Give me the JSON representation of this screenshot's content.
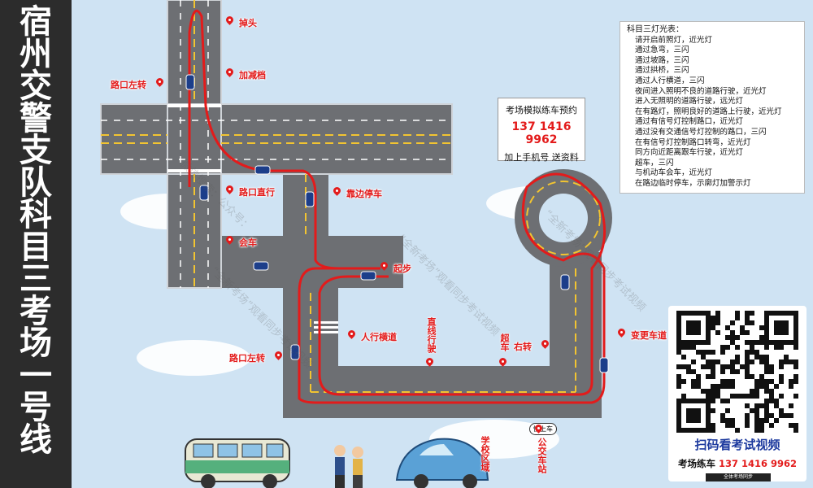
{
  "title": {
    "chars": [
      "宿",
      "州",
      "交",
      "警",
      "支",
      "队",
      "科",
      "目",
      "三",
      "考",
      "场",
      "一",
      "号",
      "线"
    ]
  },
  "legend": {
    "heading": "科目三灯光表：",
    "items": [
      "请开启前照灯，近光灯",
      "通过急弯，三闪",
      "通过坡路，三闪",
      "通过拱桥，三闪",
      "通过人行横道，三闪",
      "夜间进入照明不良的道路行驶，近光灯",
      "进入无照明的道路行驶，远光灯",
      "在有路灯，照明良好的道路上行驶，近光灯",
      "通过有信号灯控制路口，近光灯",
      "通过没有交通信号灯控制的路口，三闪",
      "在有信号灯控制路口转弯，近光灯",
      "同方向近距离跟车行驶，近光灯",
      "超车，三闪",
      "与机动车会车，近光灯",
      "在路边临时停车，示廓灯加警示灯"
    ]
  },
  "booking": {
    "title": "考场模拟练车预约",
    "phone": "137 1416 9962",
    "note": "加上手机号  送资料"
  },
  "qr": {
    "caption": "扫码看考试视频",
    "phone_prefix": "考场练车",
    "phone": "137 1416 9962",
    "footer": "全体考场同步"
  },
  "labels": {
    "u_turn": "掉头",
    "shift_gear": "加减档",
    "left_turn_1": "路口左转",
    "straight": "路口直行",
    "pull_over": "靠边停车",
    "meet": "会车",
    "start": "起步",
    "crosswalk": "人行横道",
    "left_turn_2": "路口左转",
    "straight_drive": "直线行驶",
    "overtake": "超车",
    "right_turn": "右转",
    "lane_change": "变更车道",
    "school_zone": "学校区域",
    "bus_stop": "公交车站",
    "speech": "快上车"
  },
  "watermark": {
    "text": "“全新考场”观看同步考试视频",
    "text2": "微信搜索：公众号："
  },
  "colors": {
    "road": "#6d6f73",
    "route": "#e31b1b",
    "lane_yellow": "#f2c431",
    "sidebar": "#2c2c2c"
  }
}
